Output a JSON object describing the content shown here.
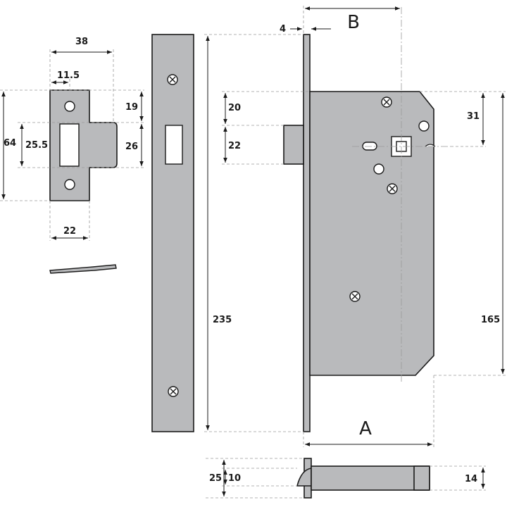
{
  "diagram": {
    "dimensions": {
      "striker_width": "38",
      "striker_hole_offset": "11.5",
      "striker_top": "19",
      "striker_height": "64",
      "striker_opening": "25.5",
      "striker_tongue": "26",
      "striker_base": "22",
      "forend_thickness": "4",
      "forend_length": "235",
      "latch_offset": "20",
      "latch_height": "22",
      "follower_offset": "31",
      "case_height": "165",
      "bolt_height": "25",
      "bolt_inner": "10",
      "bolt_depth": "14"
    },
    "labels": {
      "a": "A",
      "b": "B"
    }
  }
}
